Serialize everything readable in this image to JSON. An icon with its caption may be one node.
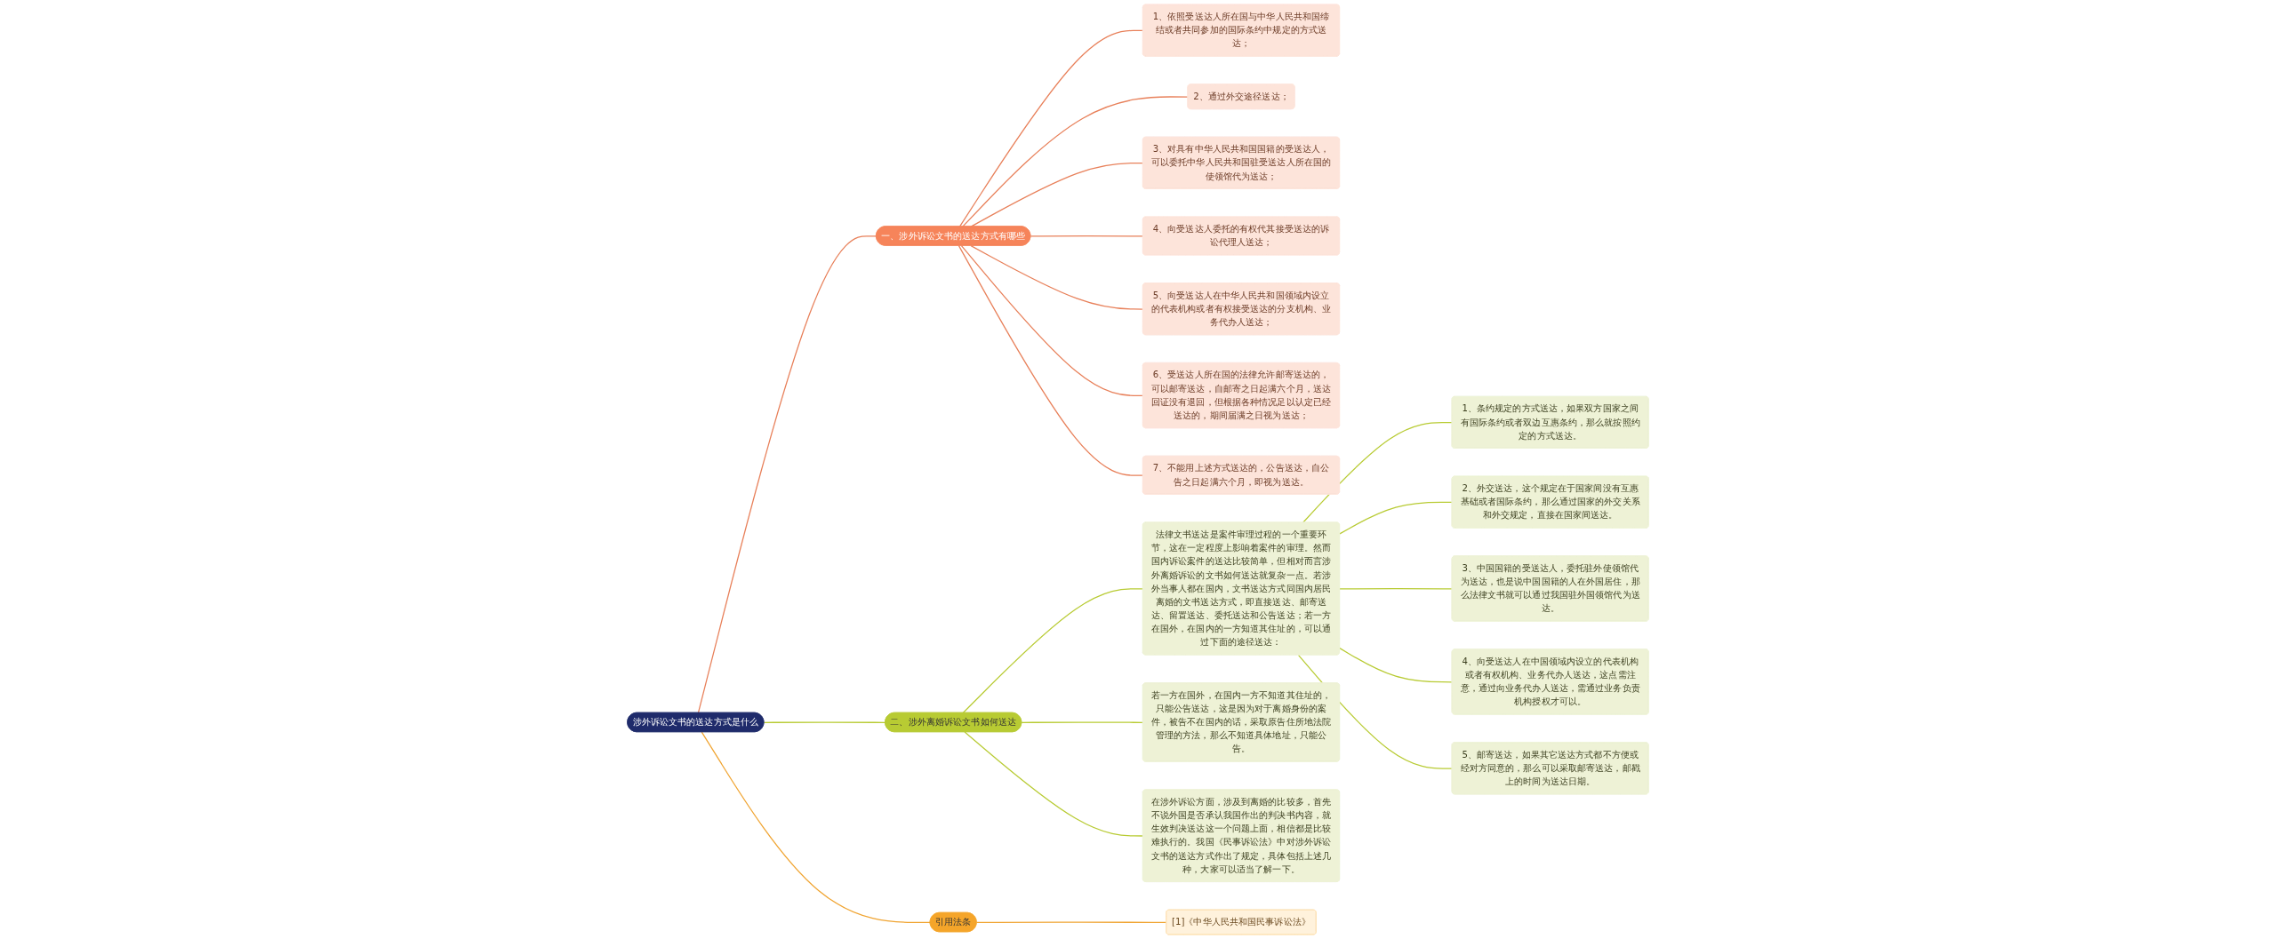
{
  "diagram": {
    "nodes": [
      {
        "text": [
          "涉外诉讼文书的送达方式是什么"
        ]
      },
      {
        "text": [
          "一、涉外诉讼文书的送达方式有哪些"
        ]
      },
      {
        "text": [
          "1、依照受送达人所在国与中华人民共和国缔结或者共同参加的国际条约中规定的方式送达；"
        ]
      },
      {
        "text": [
          "2、通过外交途径送达；"
        ]
      },
      {
        "text": [
          "3、对具有中华人民共和国国籍的受送达人，可以委托中华人民共和国驻受送达人所在国的使领馆代为送达；"
        ]
      },
      {
        "text": [
          "4、向受送达人委托的有权代其接受送达的诉讼代理人送达；"
        ]
      },
      {
        "text": [
          "5、向受送达人在中华人民共和国领域内设立的代表机构或者有权接受送达的分支机构、业务代办人送达；"
        ]
      },
      {
        "text": [
          "6、受送达人所在国的法律允许邮寄送达的，可以邮寄送达，自邮寄之日起满六个月，送达回证没有退回，但根据各种情况足以认定已经送达的，期间届满之日视为送达；"
        ]
      },
      {
        "text": [
          "7、不能用上述方式送达的，公告送达，自公告之日起满六个月，即视为送达。"
        ]
      },
      {
        "text": [
          "二、涉外离婚诉讼文书如何送达"
        ]
      },
      {
        "text": [
          "法律文书送达是案件审理过程的一个重要环节，这在一定程度上影响着案件的审理。然而国内诉讼案件的送达比较简单，但相对而言涉外离婚诉讼的文书如何送达就复杂一点。若涉外当事人都在国内，文书送达方式同国内居民离婚的文书送达方式，即直接送达、邮寄送达、留置送达、委托送达和公告送达；若一方在国外，在国内的一方知道其住址的，可以通过下面的途径送达："
        ]
      },
      {
        "text": [
          "1、条约规定的方式送达，如果双方国家之间有国际条约或者双边互惠条约，那么就按照约定的方式送达。"
        ]
      },
      {
        "text": [
          "2、外交送达，这个规定在于国家间没有互惠基础或者国际条约，那么通过国家的外交关系和外交规定，直接在国家间送达。"
        ]
      },
      {
        "text": [
          "3、中国国籍的受送达人，委托驻外使领馆代为送达，也是说中国国籍的人在外国居住，那么法律文书就可以通过我国驻外国领馆代为送达。"
        ]
      },
      {
        "text": [
          "4、向受送达人在中国领域内设立的代表机构或者有权机构、业务代办人送达，这点需注意，通过向业务代办人送达，需通过业务负责机构授权才可以。"
        ]
      },
      {
        "text": [
          "5、邮寄送达，如果其它送达方式都不方便或经对方同意的，那么可以采取邮寄送达，邮戳上的时间为送达日期。"
        ]
      },
      {
        "text": [
          "若一方在国外，在国内一方不知道其住址的，只能公告送达，这是因为对于离婚身份的案件，被告不在国内的话，采取原告住所地法院管理的方法，那么不知道具体地址，只能公告。"
        ]
      },
      {
        "text": [
          "在涉外诉讼方面，涉及到离婚的比较多，首先不说外国是否承认我国作出的判决书内容，就生效判决送达这一个问题上面，相信都是比较难执行的。我国《民事诉讼法》中对涉外诉讼文书的送达方式作出了规定，具体包括上述几种，大家可以适当了解一下。"
        ]
      },
      {
        "text": [
          "引用法条"
        ]
      },
      {
        "text": [
          "[1]《中华人民共和国民事诉讼法》"
        ]
      }
    ],
    "edges": [
      {
        "from": 0,
        "to": 1,
        "arrow": "none",
        "color": "#e8805a"
      },
      {
        "from": 1,
        "to": 2,
        "arrow": "none",
        "color": "#e8805a"
      },
      {
        "from": 1,
        "to": 3,
        "arrow": "none",
        "color": "#e8805a"
      },
      {
        "from": 1,
        "to": 4,
        "arrow": "none",
        "color": "#e8805a"
      },
      {
        "from": 1,
        "to": 5,
        "arrow": "none",
        "color": "#e8805a"
      },
      {
        "from": 1,
        "to": 6,
        "arrow": "none",
        "color": "#e8805a"
      },
      {
        "from": 1,
        "to": 7,
        "arrow": "none",
        "color": "#e8805a"
      },
      {
        "from": 1,
        "to": 8,
        "arrow": "none",
        "color": "#e8805a"
      },
      {
        "from": 0,
        "to": 9,
        "arrow": "none"
      },
      {
        "from": 9,
        "to": 10,
        "arrow": "none"
      },
      {
        "from": 10,
        "to": 11,
        "arrow": "none"
      },
      {
        "from": 10,
        "to": 12,
        "arrow": "none"
      },
      {
        "from": 10,
        "to": 13,
        "arrow": "none"
      },
      {
        "from": 10,
        "to": 14,
        "arrow": "none"
      },
      {
        "from": 10,
        "to": 15,
        "arrow": "none"
      },
      {
        "from": 9,
        "to": 16,
        "arrow": "none"
      },
      {
        "from": 9,
        "to": 17,
        "arrow": "none"
      },
      {
        "from": 0,
        "to": 18,
        "arrow": "none",
        "color": "#f0a431"
      },
      {
        "from": 18,
        "to": 19,
        "arrow": "none",
        "color": "#f0a431"
      }
    ]
  }
}
